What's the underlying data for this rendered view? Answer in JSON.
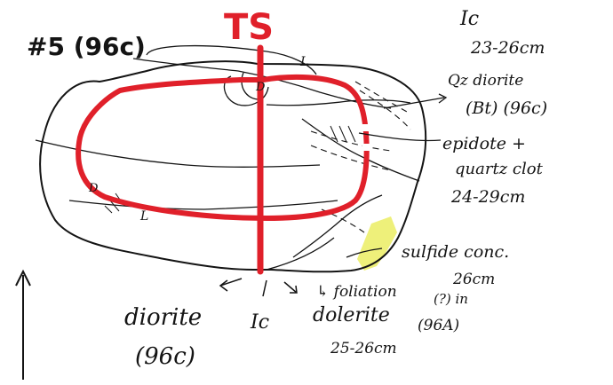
{
  "sample_id": "#5 (96c)",
  "ts_label": "TS",
  "top_right": {
    "ic": "Ic",
    "depth": "23-26cm",
    "rock": "Qz diorite",
    "mineral": "(Bt) (96c)"
  },
  "epidote": {
    "line1": "epidote +",
    "line2": "quartz clot",
    "depth": "24-29cm"
  },
  "sulfide": {
    "line1": "sulfide conc.",
    "depth": "26cm"
  },
  "foliation": {
    "line1": "↳ foliation",
    "q": "(?) in",
    "rock": "dolerite",
    "ref": "(96A)",
    "depth": "25-26cm"
  },
  "diorite": {
    "line1": "diorite",
    "line2": "(96c)"
  },
  "bottom_ic": "Ic",
  "letters": {
    "L_top": "L",
    "L_bottom": "L",
    "D_top": "D",
    "D_left": "D"
  },
  "colors": {
    "ink": "#141414",
    "red": "#e0202a",
    "sulfide": "#eef07a"
  }
}
